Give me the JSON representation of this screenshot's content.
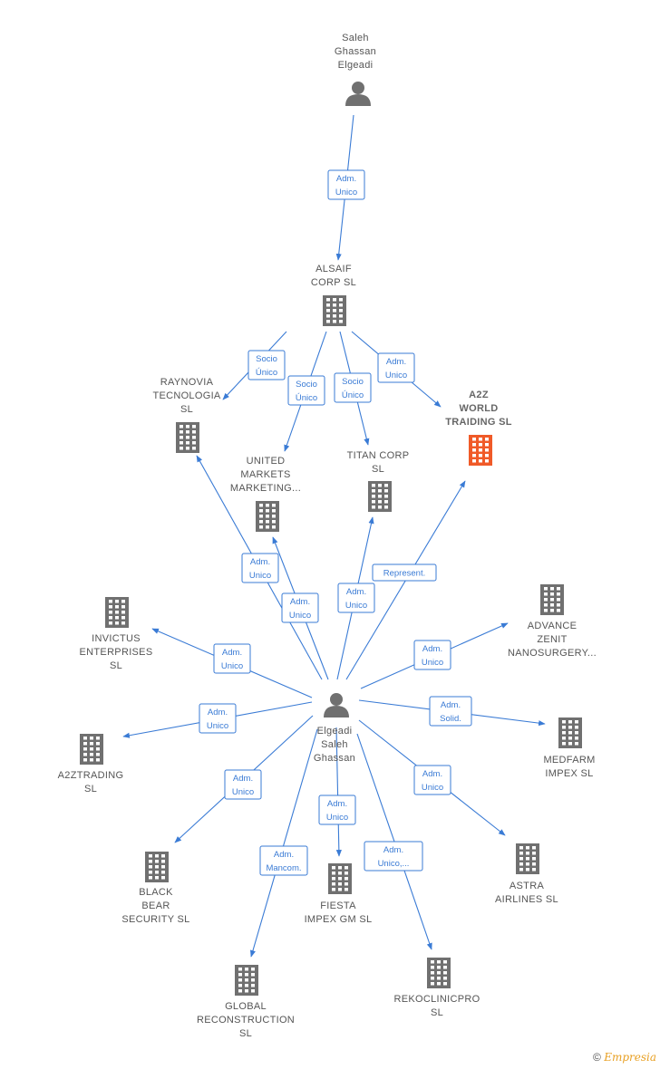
{
  "colors": {
    "edge": "#3a7bd5",
    "building": "#707070",
    "highlight": "#f05a28",
    "person": "#707070"
  },
  "nodes": [
    {
      "id": "saleh_top",
      "type": "person",
      "lines": [
        "Saleh",
        "Ghassan",
        "Elgeadi"
      ]
    },
    {
      "id": "alsaif",
      "type": "company",
      "lines": [
        "ALSAIF",
        "CORP  SL"
      ]
    },
    {
      "id": "raynovia",
      "type": "company",
      "lines": [
        "RAYNOVIA",
        "TECNOLOGIA",
        "SL"
      ]
    },
    {
      "id": "a2zworld",
      "type": "company",
      "highlight": true,
      "lines": [
        "A2Z",
        "WORLD",
        "TRAIDING  SL"
      ]
    },
    {
      "id": "united",
      "type": "company",
      "lines": [
        "UNITED",
        "MARKETS",
        "MARKETING..."
      ]
    },
    {
      "id": "titan",
      "type": "company",
      "lines": [
        "TITAN CORP",
        "SL"
      ]
    },
    {
      "id": "invictus",
      "type": "company",
      "lines": [
        "INVICTUS",
        "ENTERPRISES",
        "SL"
      ]
    },
    {
      "id": "advance",
      "type": "company",
      "lines": [
        "ADVANCE",
        "ZENIT",
        "NANOSURGERY..."
      ]
    },
    {
      "id": "elgeadi",
      "type": "person",
      "lines": [
        "Elgeadi",
        "Saleh",
        "Ghassan"
      ]
    },
    {
      "id": "a2ztrading",
      "type": "company",
      "lines": [
        "A2ZTRADING",
        "SL"
      ]
    },
    {
      "id": "medfarm",
      "type": "company",
      "lines": [
        "MEDFARM",
        "IMPEX  SL"
      ]
    },
    {
      "id": "blackbear",
      "type": "company",
      "lines": [
        "BLACK",
        "BEAR",
        "SECURITY  SL"
      ]
    },
    {
      "id": "fiesta",
      "type": "company",
      "lines": [
        "FIESTA",
        "IMPEX GM SL"
      ]
    },
    {
      "id": "astra",
      "type": "company",
      "lines": [
        "ASTRA",
        "AIRLINES  SL"
      ]
    },
    {
      "id": "global",
      "type": "company",
      "lines": [
        "GLOBAL",
        "RECONSTRUCTION",
        "SL"
      ]
    },
    {
      "id": "rekoclinic",
      "type": "company",
      "lines": [
        "REKOCLINICPRO",
        "SL"
      ]
    }
  ],
  "edges": [
    {
      "from": "saleh_top",
      "to": "alsaif",
      "label": [
        "Adm.",
        "Unico"
      ]
    },
    {
      "from": "alsaif",
      "to": "raynovia",
      "label": [
        "Socio",
        "Único"
      ]
    },
    {
      "from": "alsaif",
      "to": "united",
      "label": [
        "Socio",
        "Único"
      ]
    },
    {
      "from": "alsaif",
      "to": "titan",
      "label": [
        "Socio",
        "Único"
      ]
    },
    {
      "from": "alsaif",
      "to": "a2zworld",
      "label": [
        "Adm.",
        "Unico"
      ]
    },
    {
      "from": "elgeadi",
      "to": "raynovia",
      "label": [
        "Adm.",
        "Unico"
      ]
    },
    {
      "from": "elgeadi",
      "to": "united",
      "label": [
        "Adm.",
        "Unico"
      ]
    },
    {
      "from": "elgeadi",
      "to": "titan",
      "label": [
        "Adm.",
        "Unico"
      ]
    },
    {
      "from": "elgeadi",
      "to": "a2zworld",
      "label": [
        "Represent."
      ]
    },
    {
      "from": "elgeadi",
      "to": "invictus",
      "label": [
        "Adm.",
        "Unico"
      ]
    },
    {
      "from": "elgeadi",
      "to": "advance",
      "label": [
        "Adm.",
        "Unico"
      ]
    },
    {
      "from": "elgeadi",
      "to": "a2ztrading",
      "label": [
        "Adm.",
        "Unico"
      ]
    },
    {
      "from": "elgeadi",
      "to": "medfarm",
      "label": [
        "Adm.",
        "Solid."
      ]
    },
    {
      "from": "elgeadi",
      "to": "blackbear",
      "label": [
        "Adm.",
        "Unico"
      ]
    },
    {
      "from": "elgeadi",
      "to": "fiesta",
      "label": [
        "Adm.",
        "Unico"
      ]
    },
    {
      "from": "elgeadi",
      "to": "astra",
      "label": [
        "Adm.",
        "Unico"
      ]
    },
    {
      "from": "elgeadi",
      "to": "global",
      "label": [
        "Adm.",
        "Mancom."
      ]
    },
    {
      "from": "elgeadi",
      "to": "rekoclinic",
      "label": [
        "Adm.",
        "Unico,..."
      ]
    }
  ],
  "credit": {
    "symbol": "©",
    "brand": "Empresia"
  }
}
